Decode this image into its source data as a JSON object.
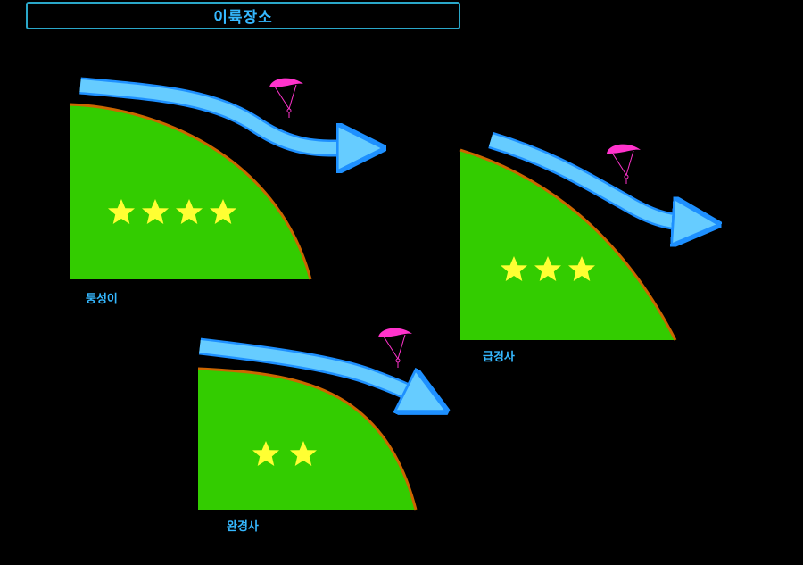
{
  "title": "이륙장소",
  "colors": {
    "background": "#000000",
    "slope_fill": "#33cc00",
    "slope_edge": "#cc6600",
    "wind_arrow": "#66ccff",
    "wind_arrow_edge": "#1e90ff",
    "paraglider": "#ff33cc",
    "star": "#ffff33",
    "label": "#35b8ff"
  },
  "icons": [
    "wind-arrow-icon",
    "paraglider-icon",
    "star-icon"
  ],
  "slopes": [
    {
      "id": "gentle-top",
      "label": "둥성이",
      "stars": 4
    },
    {
      "id": "steep",
      "label": "급경사",
      "stars": 3
    },
    {
      "id": "gentle",
      "label": "완경사",
      "stars": 2
    }
  ]
}
